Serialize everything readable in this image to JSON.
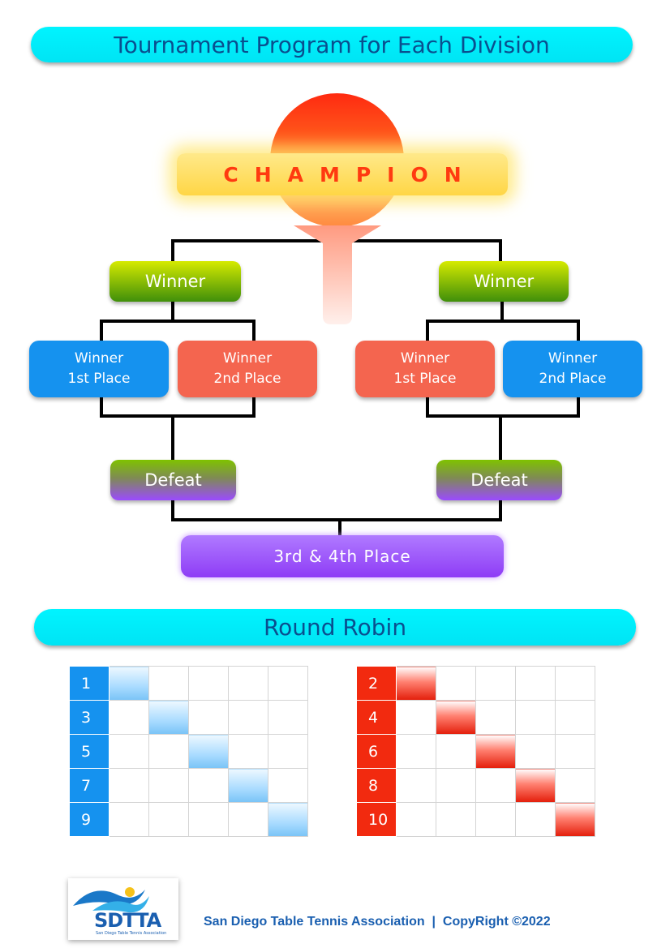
{
  "header": {
    "title": "Tournament Program for Each Division"
  },
  "bracket": {
    "champion": "CHAMPION",
    "winner_left": "Winner",
    "winner_right": "Winner",
    "boxes": [
      {
        "line1": "Winner",
        "line2": "1st Place",
        "color": "#1592ef"
      },
      {
        "line1": "Winner",
        "line2": "2nd Place",
        "color": "#f4654f"
      },
      {
        "line1": "Winner",
        "line2": "1st Place",
        "color": "#f4654f"
      },
      {
        "line1": "Winner",
        "line2": "2nd Place",
        "color": "#1592ef"
      }
    ],
    "defeat_left": "Defeat",
    "defeat_right": "Defeat",
    "third_fourth": "3rd & 4th Place"
  },
  "round_robin": {
    "title": "Round Robin",
    "left_group": [
      "1",
      "3",
      "5",
      "7",
      "9"
    ],
    "right_group": [
      "2",
      "4",
      "6",
      "8",
      "10"
    ],
    "colors": {
      "left": "#1592ef",
      "right": "#f22a0f"
    }
  },
  "footer": {
    "logo_text": "SDTTA",
    "logo_subtext": "San Diego Table Tennis Association",
    "text": "San Diego Table Tennis Association  |  CopyRight ©2022"
  }
}
